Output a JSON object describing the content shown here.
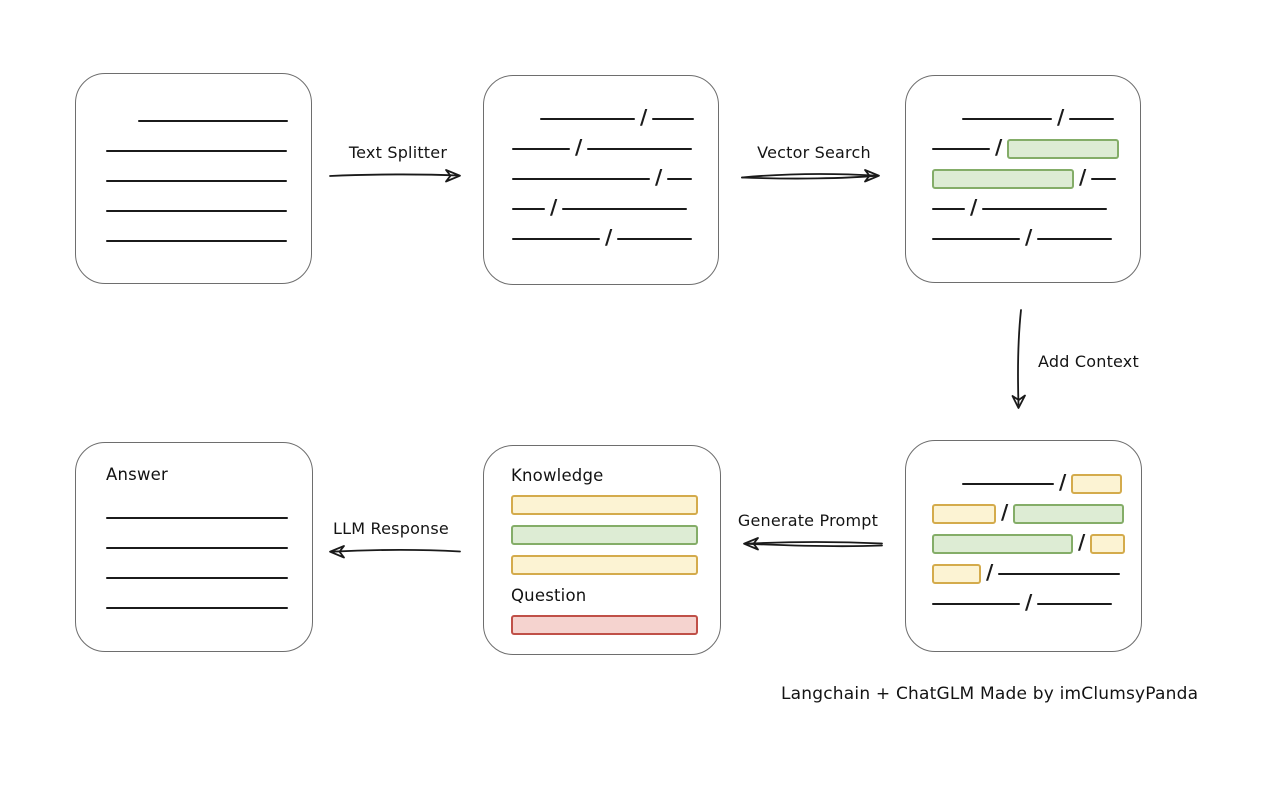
{
  "caption": "Langchain + ChatGLM Made by imClumsyPanda",
  "slash_char": "/",
  "colors": {
    "line": "#1b1b1b",
    "box_border": "#6e6e6e",
    "green_fill": "#ddecd4",
    "green_border": "#84ad68",
    "yellow_fill": "#fcf3d3",
    "yellow_border": "#d4ab4c",
    "red_fill": "#f5d3cf",
    "red_border": "#c05048"
  },
  "diagram": {
    "arrows": [
      {
        "id": "text-splitter",
        "label": "Text Splitter",
        "direction": "right"
      },
      {
        "id": "vector-search",
        "label": "Vector Search",
        "direction": "right"
      },
      {
        "id": "add-context",
        "label": "Add Context",
        "direction": "down"
      },
      {
        "id": "generate-prompt",
        "label": "Generate Prompt",
        "direction": "left"
      },
      {
        "id": "llm-response",
        "label": "LLM Response",
        "direction": "left"
      }
    ],
    "boxes": [
      {
        "id": "source-document",
        "rows": [
          {
            "segs": [
              {
                "t": "gap",
                "w": 32
              },
              {
                "t": "line",
                "w": 150
              }
            ]
          },
          {
            "segs": [
              {
                "t": "line",
                "w": 181
              }
            ]
          },
          {
            "segs": [
              {
                "t": "line",
                "w": 181
              }
            ]
          },
          {
            "segs": [
              {
                "t": "line",
                "w": 181
              }
            ]
          },
          {
            "segs": [
              {
                "t": "line",
                "w": 181
              }
            ]
          }
        ]
      },
      {
        "id": "split-chunks",
        "rows": [
          {
            "segs": [
              {
                "t": "gap",
                "w": 28
              },
              {
                "t": "line",
                "w": 95
              },
              {
                "t": "slash"
              },
              {
                "t": "line",
                "w": 42
              }
            ]
          },
          {
            "segs": [
              {
                "t": "line",
                "w": 58
              },
              {
                "t": "slash"
              },
              {
                "t": "line",
                "w": 105
              }
            ]
          },
          {
            "segs": [
              {
                "t": "line",
                "w": 138
              },
              {
                "t": "slash"
              },
              {
                "t": "line",
                "w": 25
              }
            ]
          },
          {
            "segs": [
              {
                "t": "line",
                "w": 33
              },
              {
                "t": "slash"
              },
              {
                "t": "line",
                "w": 125
              }
            ]
          },
          {
            "segs": [
              {
                "t": "line",
                "w": 88
              },
              {
                "t": "slash"
              },
              {
                "t": "line",
                "w": 75
              }
            ]
          }
        ]
      },
      {
        "id": "retrieved-chunks",
        "rows": [
          {
            "segs": [
              {
                "t": "gap",
                "w": 30
              },
              {
                "t": "line",
                "w": 90
              },
              {
                "t": "slash"
              },
              {
                "t": "line",
                "w": 45
              }
            ]
          },
          {
            "segs": [
              {
                "t": "line",
                "w": 58
              },
              {
                "t": "slash"
              },
              {
                "t": "chunk",
                "c": "green",
                "w": 108
              }
            ]
          },
          {
            "segs": [
              {
                "t": "chunk",
                "c": "green",
                "w": 138
              },
              {
                "t": "slash"
              },
              {
                "t": "line",
                "w": 25
              }
            ]
          },
          {
            "segs": [
              {
                "t": "line",
                "w": 33
              },
              {
                "t": "slash"
              },
              {
                "t": "line",
                "w": 125
              }
            ]
          },
          {
            "segs": [
              {
                "t": "line",
                "w": 88
              },
              {
                "t": "slash"
              },
              {
                "t": "line",
                "w": 75
              }
            ]
          }
        ]
      },
      {
        "id": "context-chunks",
        "rows": [
          {
            "segs": [
              {
                "t": "gap",
                "w": 30
              },
              {
                "t": "line",
                "w": 92
              },
              {
                "t": "slash"
              },
              {
                "t": "chunk",
                "c": "yellow",
                "w": 47
              }
            ]
          },
          {
            "segs": [
              {
                "t": "chunk",
                "c": "yellow",
                "w": 60
              },
              {
                "t": "slash"
              },
              {
                "t": "chunk",
                "c": "green",
                "w": 107
              }
            ]
          },
          {
            "segs": [
              {
                "t": "chunk",
                "c": "green",
                "w": 137
              },
              {
                "t": "slash"
              },
              {
                "t": "chunk",
                "c": "yellow",
                "w": 31
              }
            ]
          },
          {
            "segs": [
              {
                "t": "chunk",
                "c": "yellow",
                "w": 45
              },
              {
                "t": "slash"
              },
              {
                "t": "line",
                "w": 122
              }
            ]
          },
          {
            "segs": [
              {
                "t": "line",
                "w": 88
              },
              {
                "t": "slash"
              },
              {
                "t": "line",
                "w": 75
              }
            ]
          }
        ]
      },
      {
        "id": "prompt",
        "rows": [
          {
            "segs": [
              {
                "t": "text",
                "v": "Knowledge"
              }
            ]
          },
          {
            "segs": [
              {
                "t": "chunk",
                "c": "yellow",
                "w": 183
              }
            ]
          },
          {
            "segs": [
              {
                "t": "chunk",
                "c": "green",
                "w": 183
              }
            ]
          },
          {
            "segs": [
              {
                "t": "chunk",
                "c": "yellow",
                "w": 183
              }
            ]
          },
          {
            "segs": [
              {
                "t": "text",
                "v": "Question"
              }
            ]
          },
          {
            "segs": [
              {
                "t": "chunk",
                "c": "red",
                "w": 183
              }
            ]
          }
        ]
      },
      {
        "id": "answer",
        "rows": [
          {
            "segs": [
              {
                "t": "text",
                "v": "Answer"
              }
            ]
          },
          {
            "mt": 14,
            "segs": [
              {
                "t": "line",
                "w": 182
              }
            ]
          },
          {
            "segs": [
              {
                "t": "line",
                "w": 182
              }
            ]
          },
          {
            "segs": [
              {
                "t": "line",
                "w": 182
              }
            ]
          },
          {
            "segs": [
              {
                "t": "line",
                "w": 182
              }
            ]
          }
        ]
      }
    ]
  }
}
